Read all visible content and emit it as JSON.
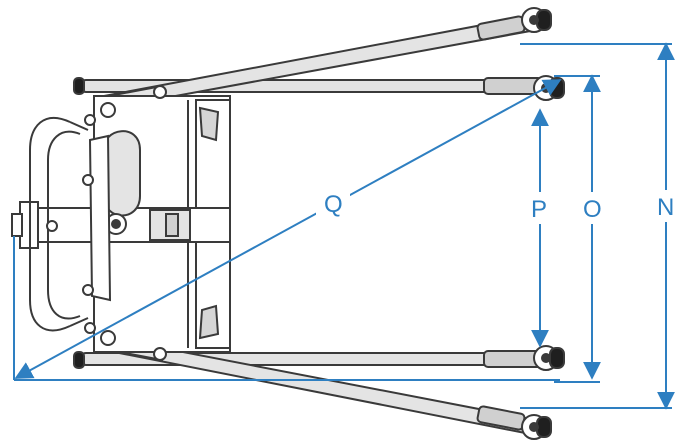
{
  "diagram": {
    "labels": {
      "q": "Q",
      "p": "P",
      "o": "O",
      "n": "N"
    },
    "colors": {
      "dimension": "#2e7fc1",
      "outline": "#3a3a3a",
      "fill": "#d6d6d6"
    },
    "icons": [
      "caster-wheel-icon",
      "hinge-bolt-icon",
      "arrowhead-icon"
    ]
  }
}
